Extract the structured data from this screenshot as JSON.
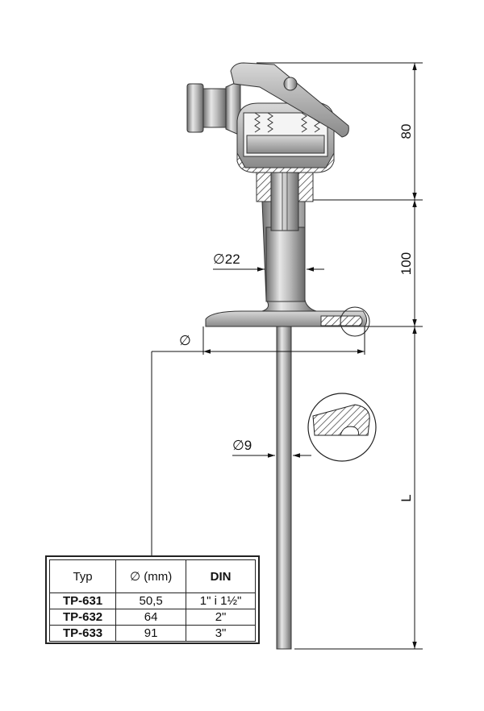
{
  "dimensions": {
    "head_height": "80",
    "neck_length": "100",
    "neck_diameter": "∅22",
    "flange_diameter": "∅",
    "probe_diameter": "∅9",
    "probe_length": "L"
  },
  "table": {
    "headers": [
      "Typ",
      "∅ (mm)",
      "DIN"
    ],
    "rows": [
      [
        "TP-631",
        "50,5",
        "1\" i 1½\""
      ],
      [
        "TP-632",
        "64",
        "2\""
      ],
      [
        "TP-633",
        "91",
        "3\""
      ]
    ]
  }
}
